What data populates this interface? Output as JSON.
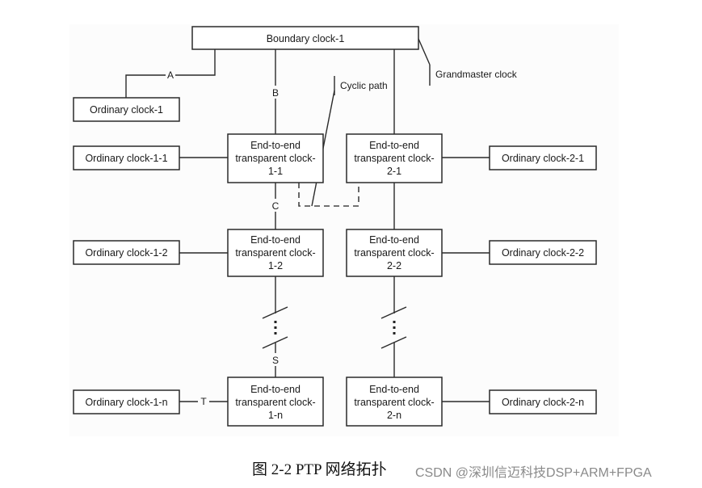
{
  "diagram": {
    "boundary_clock": "Boundary clock-1",
    "grandmaster_label": "Grandmaster clock",
    "cyclic_path_label": "Cyclic path",
    "ordinary_clock_1": "Ordinary clock-1",
    "links": {
      "a": "A",
      "b": "B",
      "c": "C",
      "s": "S",
      "t": "T"
    },
    "transparent_clocks": [
      {
        "line1": "End-to-end",
        "line2": "transparent clock-",
        "line3": "1-1"
      },
      {
        "line1": "End-to-end",
        "line2": "transparent clock-",
        "line3": "2-1"
      },
      {
        "line1": "End-to-end",
        "line2": "transparent clock-",
        "line3": "1-2"
      },
      {
        "line1": "End-to-end",
        "line2": "transparent clock-",
        "line3": "2-2"
      },
      {
        "line1": "End-to-end",
        "line2": "transparent clock-",
        "line3": "1-n"
      },
      {
        "line1": "End-to-end",
        "line2": "transparent clock-",
        "line3": "2-n"
      }
    ],
    "ordinary_clocks": [
      "Ordinary clock-1-1",
      "Ordinary clock-2-1",
      "Ordinary clock-1-2",
      "Ordinary clock-2-2",
      "Ordinary clock-1-n",
      "Ordinary clock-2-n"
    ]
  },
  "caption": "图 2-2 PTP 网络拓扑",
  "watermark": "CSDN @深圳信迈科技DSP+ARM+FPGA"
}
